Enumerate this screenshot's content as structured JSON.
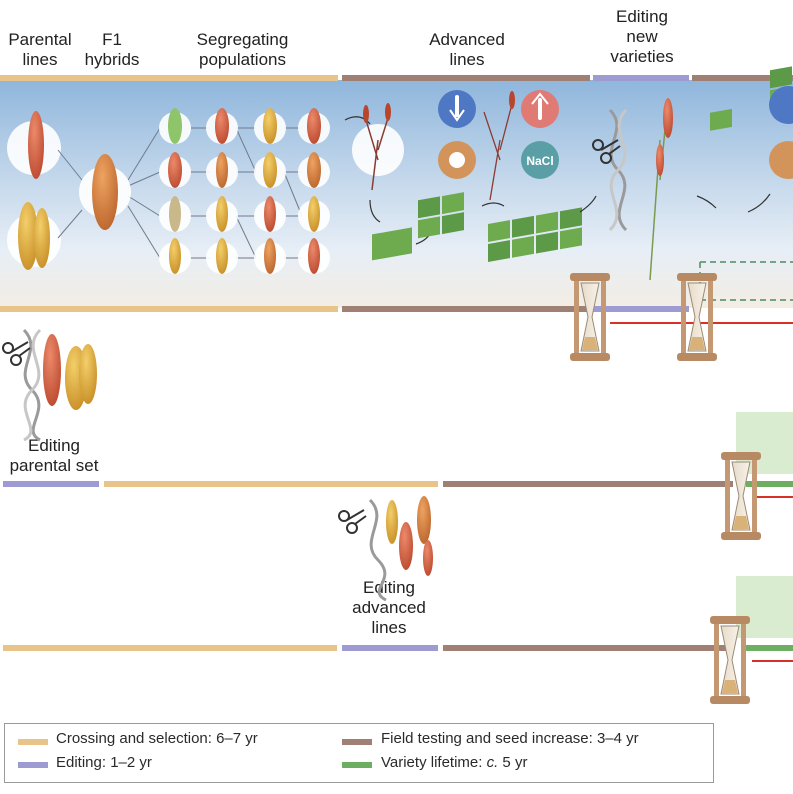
{
  "header": {
    "parental_lines": "Parental\nlines",
    "f1_hybrids": "F1\nhybrids",
    "segregating_populations": "Segregating\npopulations",
    "advanced_lines": "Advanced\nlines",
    "editing_new_varieties": "Editing\nnew\nvarieties"
  },
  "stress_icons": {
    "cold": "cold-thermometer",
    "heat": "heat-thermometer",
    "pathogen": "pathogen",
    "salt": "NaCl"
  },
  "rows": {
    "editing_parental_set": "Editing\nparental set",
    "editing_advanced_lines": "Editing\nadvanced\nlines"
  },
  "legend": {
    "crossing": "Crossing and selection: 6–7 yr",
    "editing": "Editing: 1–2 yr",
    "field_testing": "Field testing and seed increase: 3–4 yr",
    "variety_lifetime_prefix": "Variety lifetime: ",
    "variety_lifetime_italic": "c.",
    "variety_lifetime_suffix": " 5 yr"
  },
  "colors": {
    "crossing": "#e8c48a",
    "editing": "#9d9bd1",
    "field_testing": "#a08075",
    "variety_lifetime": "#6dae62",
    "timeline_marker": "#d9302a"
  }
}
